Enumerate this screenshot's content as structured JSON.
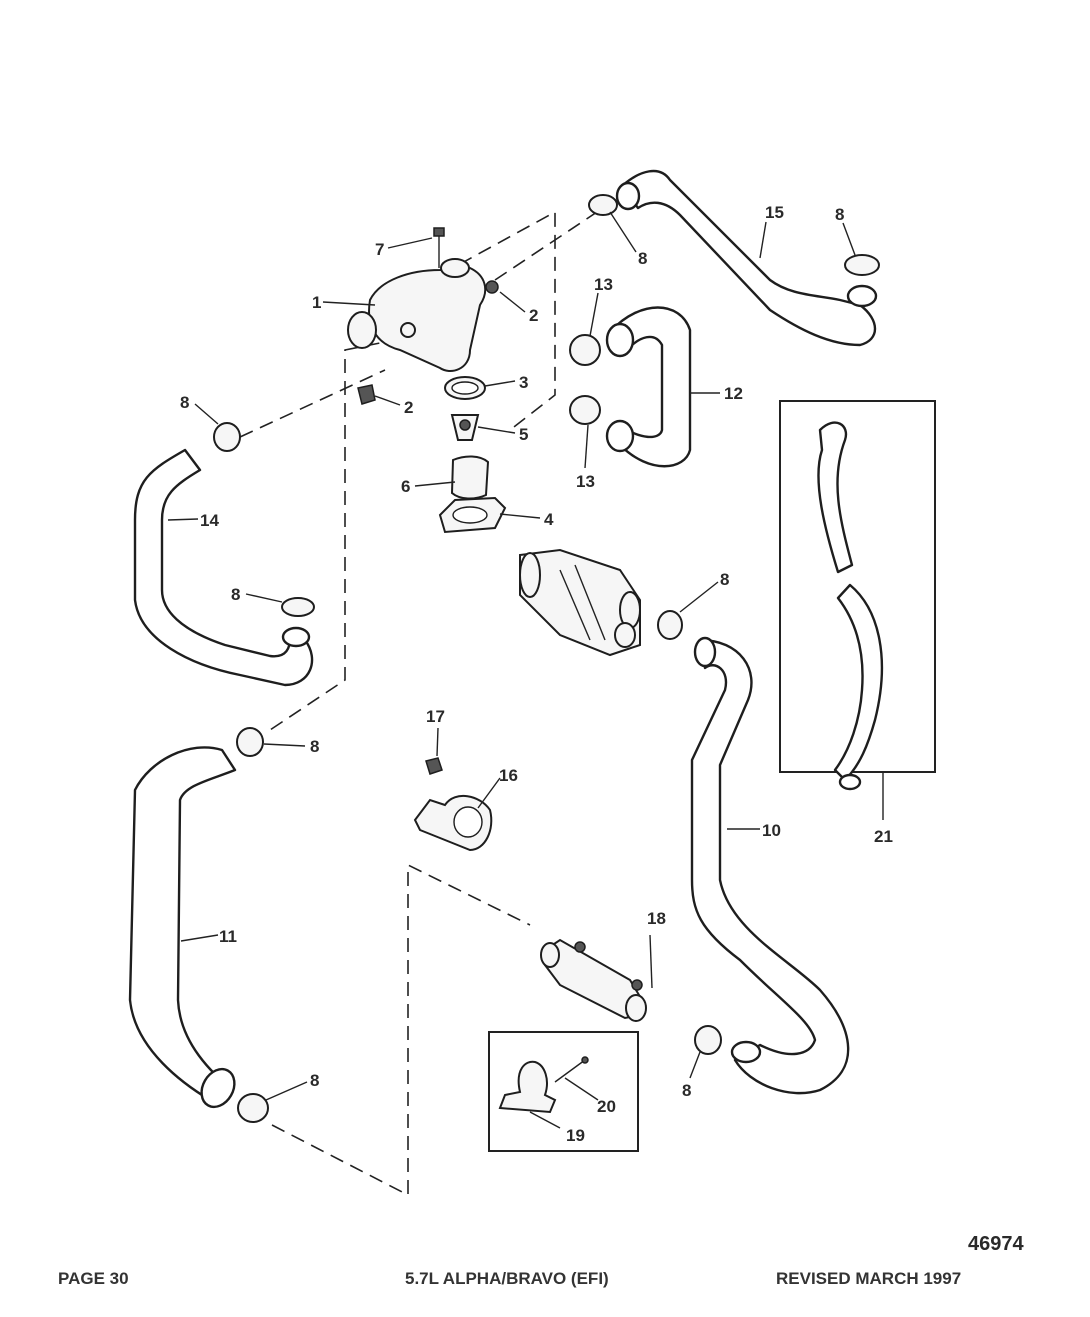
{
  "drawing_number": "46974",
  "footer": {
    "left": "PAGE 30",
    "center": "5.7L ALPHA/BRAVO (EFI)",
    "right": "REVISED MARCH 1997"
  },
  "callouts": {
    "c1": "1",
    "c2a": "2",
    "c2b": "2",
    "c3": "3",
    "c4": "4",
    "c5": "5",
    "c6": "6",
    "c7": "7",
    "c8a": "8",
    "c8b": "8",
    "c8c": "8",
    "c8d": "8",
    "c8e": "8",
    "c8f": "8",
    "c8g": "8",
    "c8h": "8",
    "c10": "10",
    "c11": "11",
    "c12": "12",
    "c13a": "13",
    "c13b": "13",
    "c14": "14",
    "c15": "15",
    "c16": "16",
    "c17": "17",
    "c18": "18",
    "c19": "19",
    "c20": "20",
    "c21": "21"
  }
}
